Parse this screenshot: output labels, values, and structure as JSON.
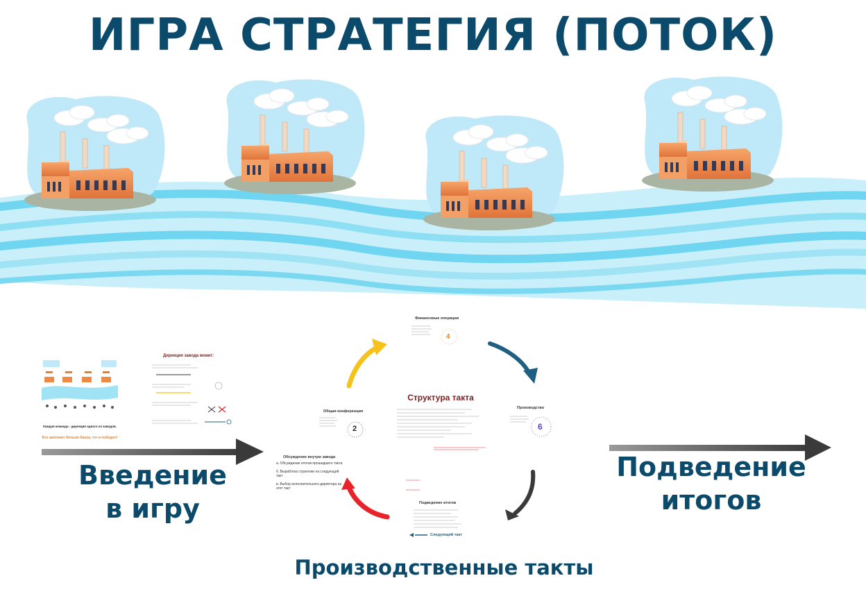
{
  "title": "ИГРА СТРАТЕГИЯ (ПОТОК)",
  "labels": {
    "intro_line1": "Введение",
    "intro_line2": "в игру",
    "results_line1": "Подведение",
    "results_line2": "итогов",
    "cycle": "Производственные такты"
  },
  "intro_thumb": {
    "foot_line": "Каждая команда - дирекция одного из заводов.",
    "foot_accent": "Кто заполнит больше банок, тот и победил!"
  },
  "rules_thumb": {
    "title": "Дирекция завода может:"
  },
  "cycle": {
    "center_title": "Структура такта",
    "nodes": {
      "finance": {
        "title": "Финансовые операции",
        "number": "4"
      },
      "production": {
        "title": "Производство",
        "number": "6"
      },
      "results": {
        "title": "Подведение итогов",
        "next": "Следующий такт"
      },
      "internal": {
        "title": "Обсуждение внутри завода",
        "items": [
          "a. Обсуждение итогов прошедшего такта",
          "б. Выработка стратегии на следующий такт",
          "в. Выбор исполнительного директора на этот такт"
        ]
      },
      "general": {
        "title": "Общая конференция",
        "number": "2"
      }
    }
  },
  "colors": {
    "title": "#0b4a6b",
    "water_light": "#aee6f7",
    "water_mid": "#6cd2ef",
    "arrow_yellow": "#f6c21e",
    "arrow_blue": "#1e5f82",
    "arrow_dark": "#3a3a3a",
    "arrow_red": "#e8232a",
    "factory_orange": "#ef8a44",
    "smoke": "#ffffff"
  }
}
